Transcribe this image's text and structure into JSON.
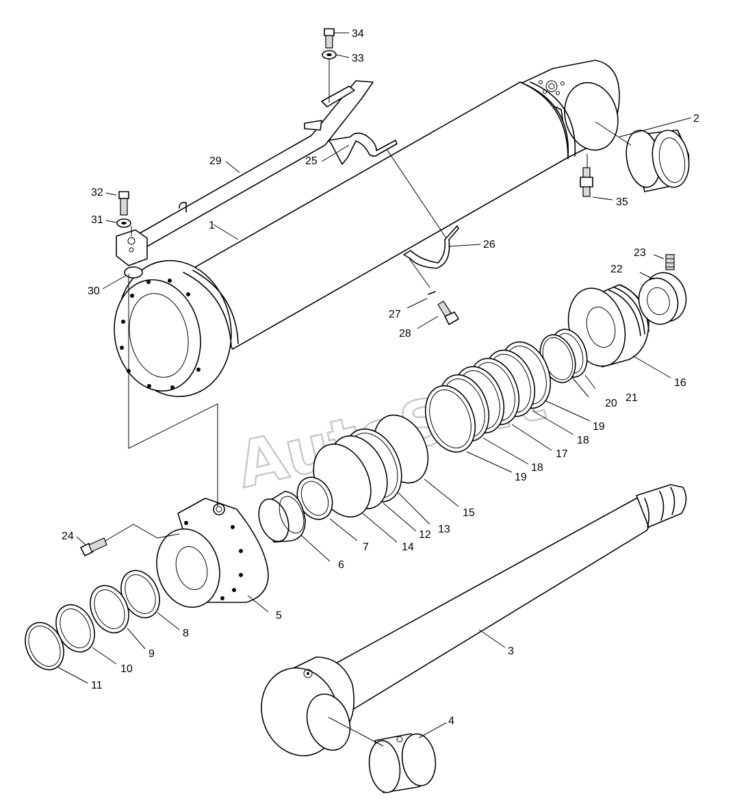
{
  "watermark": "AutoSoft",
  "callouts": {
    "p1": "1",
    "p2": "2",
    "p3": "3",
    "p4": "4",
    "p5": "5",
    "p6": "6",
    "p7": "7",
    "p8": "8",
    "p9": "9",
    "p10": "10",
    "p11": "11",
    "p12": "12",
    "p13": "13",
    "p14": "14",
    "p15": "15",
    "p16": "16",
    "p17": "17",
    "p18a": "18",
    "p18b": "18",
    "p19a": "19",
    "p19b": "19",
    "p20": "20",
    "p21": "21",
    "p22": "22",
    "p23": "23",
    "p24": "24",
    "p25": "25",
    "p26": "26",
    "p27": "27",
    "p28": "28",
    "p29": "29",
    "p30": "30",
    "p31": "31",
    "p32": "32",
    "p33": "33",
    "p34": "34",
    "p35": "35"
  }
}
